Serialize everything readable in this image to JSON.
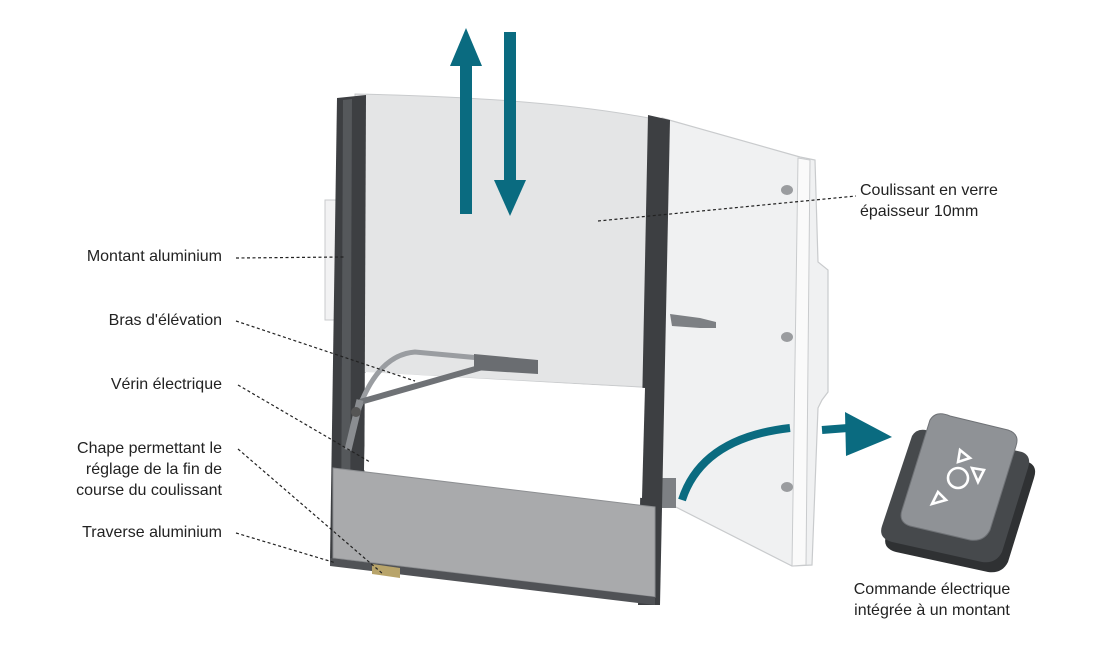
{
  "colors": {
    "accent": "#0a6b80",
    "glass": "#e4e5e6",
    "glass_edge": "#c9cbcd",
    "aluminium": "#3d3f42",
    "traverse": "#a9aaac",
    "remote_body": "#8f9296",
    "remote_dark": "#2f3133"
  },
  "labels": {
    "montant": "Montant aluminium",
    "bras": "Bras d'élévation",
    "verin": "Vérin électrique",
    "chape": "Chape permettant le\nréglage de la fin de\ncourse du coulissant",
    "traverse": "Traverse aluminium",
    "coulissant": "Coulissant en verre\népaisseur 10mm",
    "commande": "Commande électrique\nintégrée à un montant"
  },
  "icons": {
    "arrows": [
      "arrow-up-icon",
      "arrow-down-icon",
      "curved-arrow-icon"
    ],
    "remote": "remote-control-icon"
  }
}
